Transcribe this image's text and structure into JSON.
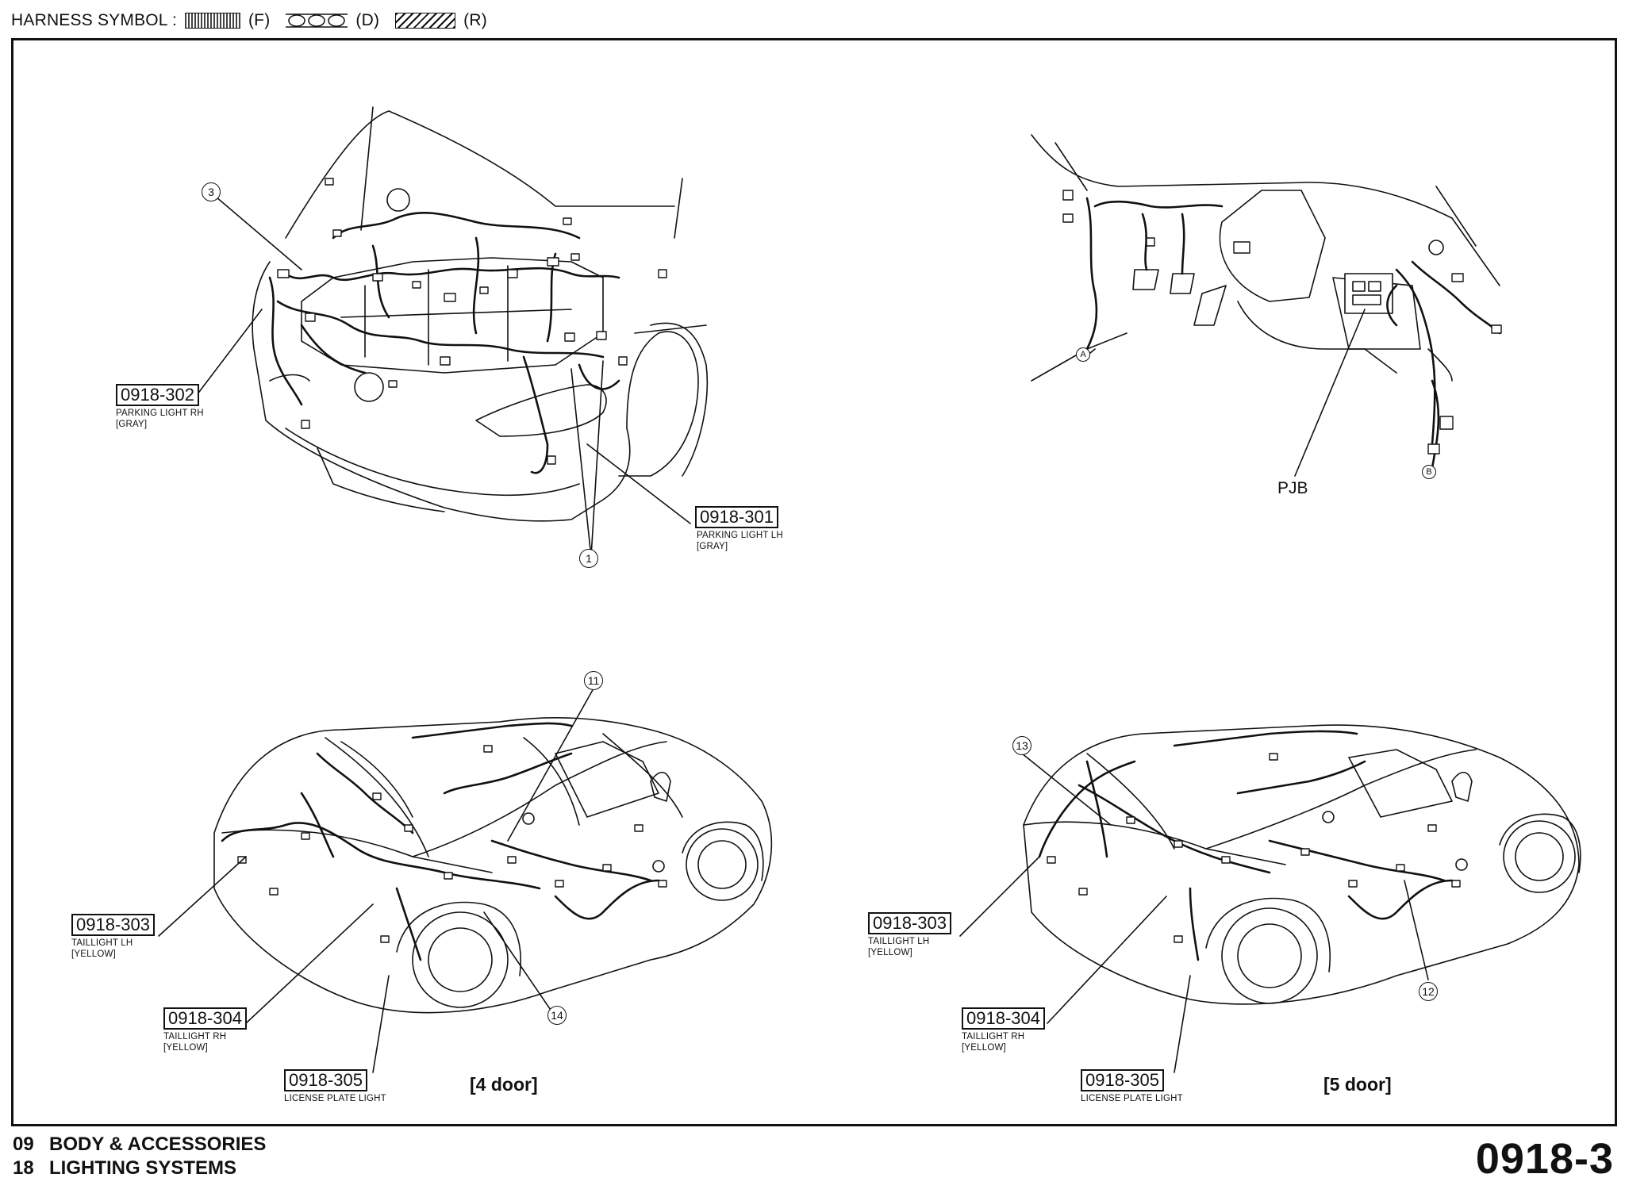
{
  "header": {
    "title": "HARNESS SYMBOL :",
    "symbol_f": "(F)",
    "symbol_d": "(D)",
    "symbol_r": "(R)"
  },
  "callouts": {
    "c1": "1",
    "c3": "3",
    "c11": "11",
    "c12": "12",
    "c13": "13",
    "c14": "14",
    "cA": "A",
    "cB": "B"
  },
  "front": {
    "conn_302": {
      "code": "0918-302",
      "name": "PARKING LIGHT RH",
      "color": "[GRAY]"
    },
    "conn_301": {
      "code": "0918-301",
      "name": "PARKING LIGHT LH",
      "color": "[GRAY]"
    }
  },
  "dash": {
    "pjb": "PJB"
  },
  "door4": {
    "variant": "[4 door]",
    "conn_303": {
      "code": "0918-303",
      "name": "TAILLIGHT LH",
      "color": "[YELLOW]"
    },
    "conn_304": {
      "code": "0918-304",
      "name": "TAILLIGHT RH",
      "color": "[YELLOW]"
    },
    "conn_305": {
      "code": "0918-305",
      "name": "LICENSE PLATE LIGHT"
    }
  },
  "door5": {
    "variant": "[5 door]",
    "conn_303": {
      "code": "0918-303",
      "name": "TAILLIGHT LH",
      "color": "[YELLOW]"
    },
    "conn_304": {
      "code": "0918-304",
      "name": "TAILLIGHT RH",
      "color": "[YELLOW]"
    },
    "conn_305": {
      "code": "0918-305",
      "name": "LICENSE PLATE LIGHT"
    }
  },
  "footer": {
    "section_num": "09",
    "section": "BODY & ACCESSORIES",
    "subsection_num": "18",
    "subsection": "LIGHTING SYSTEMS",
    "page": "0918-3"
  },
  "colors": {
    "ink": "#111111",
    "paper": "#ffffff"
  }
}
